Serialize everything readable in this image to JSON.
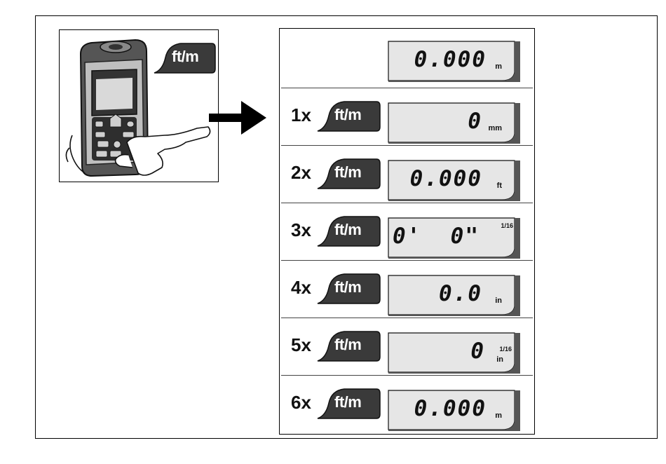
{
  "figure": {
    "device_button_label": "ft/m",
    "steps": [
      {
        "count": "",
        "button": "",
        "value": "0.000",
        "unit": "m",
        "fraction": ""
      },
      {
        "count": "1x",
        "button": "ft/m",
        "value": "0",
        "unit": "mm",
        "fraction": ""
      },
      {
        "count": "2x",
        "button": "ft/m",
        "value": "0.000",
        "unit": "ft",
        "fraction": ""
      },
      {
        "count": "3x",
        "button": "ft/m",
        "value": "0'  0\"",
        "unit": "",
        "fraction": "1/16"
      },
      {
        "count": "4x",
        "button": "ft/m",
        "value": "0.0",
        "unit": "in",
        "fraction": ""
      },
      {
        "count": "5x",
        "button": "ft/m",
        "value": "0",
        "unit": "in",
        "fraction": "1/16"
      },
      {
        "count": "6x",
        "button": "ft/m",
        "value": "0.000",
        "unit": "m",
        "fraction": ""
      }
    ]
  }
}
